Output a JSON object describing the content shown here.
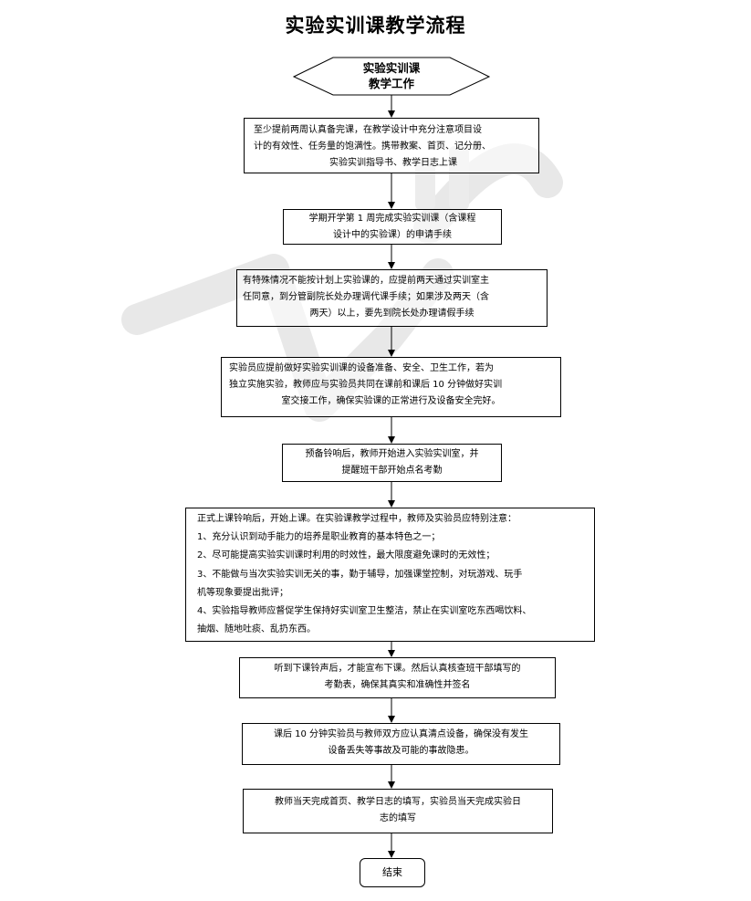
{
  "title": "实验实训课教学流程",
  "start": {
    "line1": "实验实训课",
    "line2": "教学工作"
  },
  "steps": [
    {
      "lines": [
        "至少提前两周认真备完课，在教学设计中充分注意项目设",
        "计的有效性、任务量的饱满性。携带教案、首页、记分册、",
        "实验实训指导书、教学日志上课"
      ]
    },
    {
      "lines": [
        "学期开学第 1 周完成实验实训课（含课程",
        "设计中的实验课）的申请手续"
      ]
    },
    {
      "lines": [
        "有特殊情况不能按计划上实验课的，应提前两天通过实训室主",
        "任同意，到分管副院长处办理调代课手续；如果涉及两天（含",
        "两天）以上，要先到院长处办理请假手续"
      ]
    },
    {
      "lines": [
        "实验员应提前做好实验实训课的设备准备、安全、卫生工作，若为",
        "独立实施实验，教师应与实验员共同在课前和课后 10 分钟做好实训",
        "室交接工作，确保实验课的正常进行及设备安全完好。"
      ]
    },
    {
      "lines": [
        "预备铃响后，教师开始进入实验实训室，并",
        "提醒班干部开始点名考勤"
      ]
    },
    {
      "lines": [
        "正式上课铃响后，开始上课。在实验课教学过程中，教师及实验员应特别注意：",
        "1、充分认识到动手能力的培养是职业教育的基本特色之一；",
        "2、尽可能提高实验实训课时利用的时效性，最大限度避免课时的无效性；",
        "3、不能做与当次实验实训无关的事，勤于辅导，加强课堂控制，对玩游戏、玩手",
        "机等现象要提出批评；",
        "4、实验指导教师应督促学生保持好实训室卫生整洁，禁止在实训室吃东西喝饮料、",
        "抽烟、随地吐痰、乱扔东西。"
      ]
    },
    {
      "lines": [
        "听到下课铃声后，才能宣布下课。然后认真核查班干部填写的",
        "考勤表，确保其真实和准确性并签名"
      ]
    },
    {
      "lines": [
        "课后 10 分钟实验员与教师双方应认真清点设备，确保没有发生",
        "设备丢失等事故及可能的事故隐患。"
      ]
    },
    {
      "lines": [
        "教师当天完成首页、教学日志的填写，实验员当天完成实验日",
        "志的填写"
      ]
    }
  ],
  "end": "结束",
  "watermark_color": "#e6e6e6"
}
